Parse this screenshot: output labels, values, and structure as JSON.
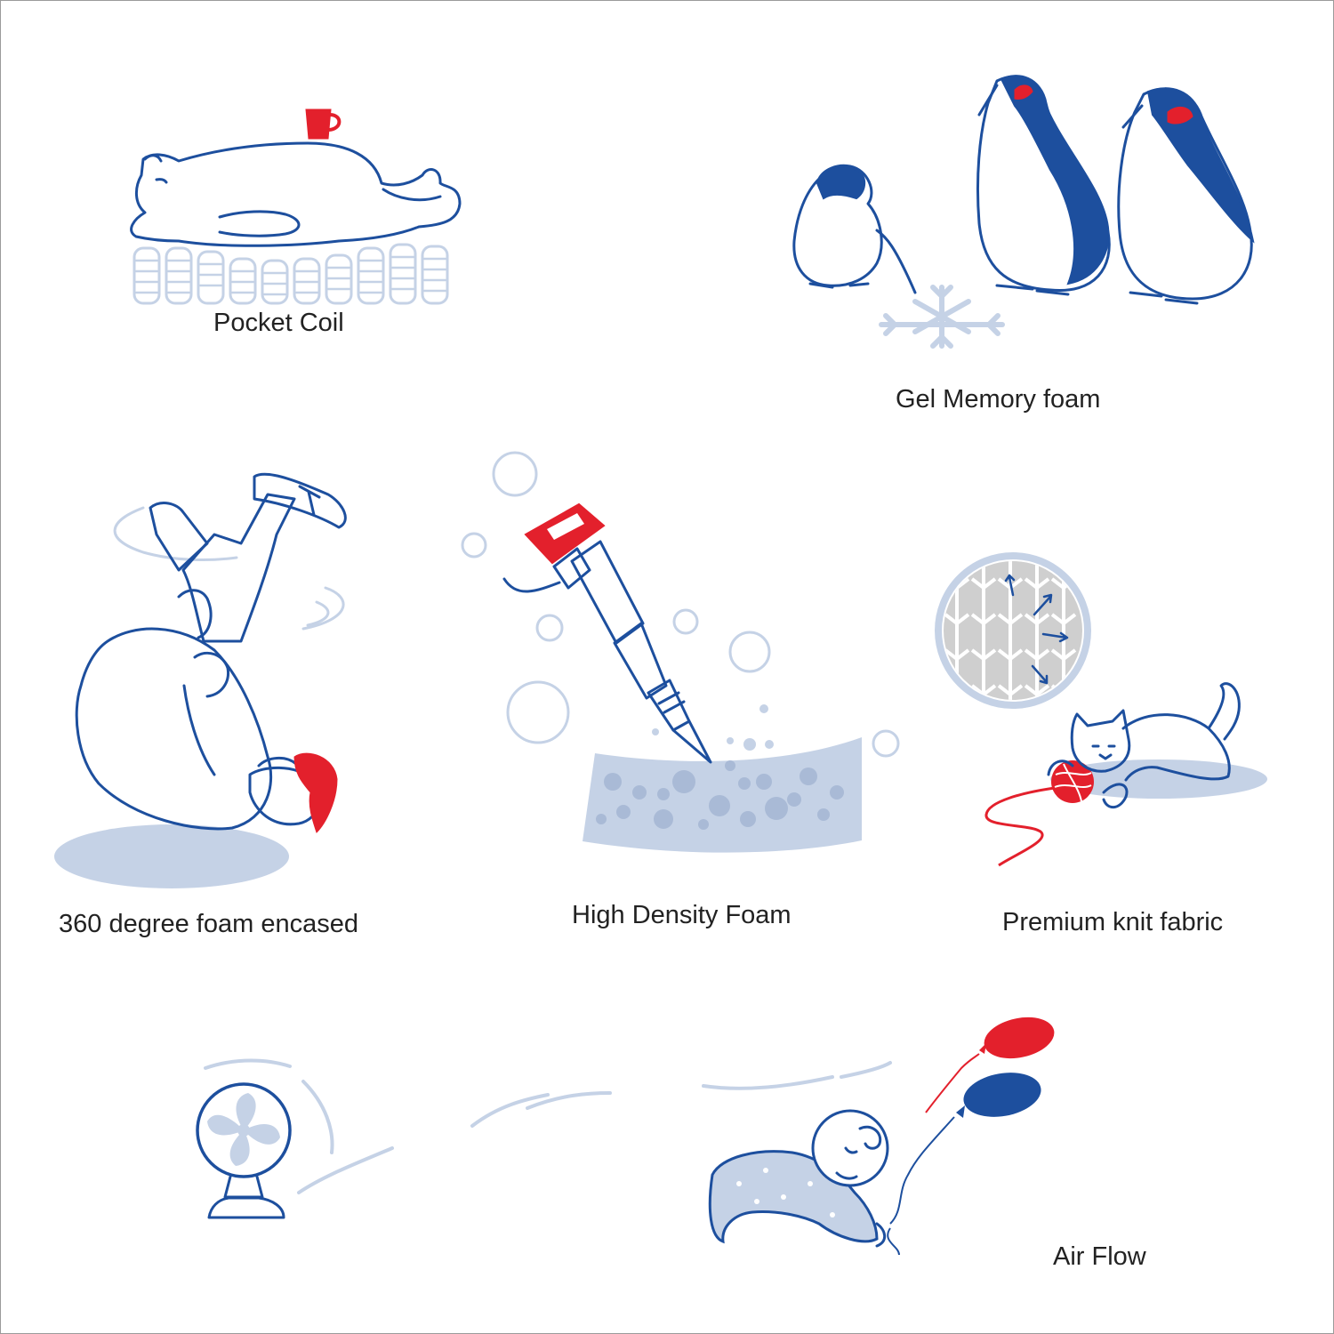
{
  "features": [
    {
      "id": "pocket-coil",
      "caption": "Pocket Coil"
    },
    {
      "id": "gel-memory-foam",
      "caption": "Gel Memory foam"
    },
    {
      "id": "foam-encased",
      "caption": "360 degree foam encased"
    },
    {
      "id": "high-density-foam",
      "caption": "High Density Foam"
    },
    {
      "id": "premium-knit-fabric",
      "caption": "Premium knit fabric"
    },
    {
      "id": "air-flow",
      "caption": "Air Flow"
    }
  ],
  "colors": {
    "ink": "#1d4f9e",
    "accent": "#e3202c",
    "light": "#c5d2e6",
    "knit": "#c9c9c9",
    "text": "#222222"
  }
}
